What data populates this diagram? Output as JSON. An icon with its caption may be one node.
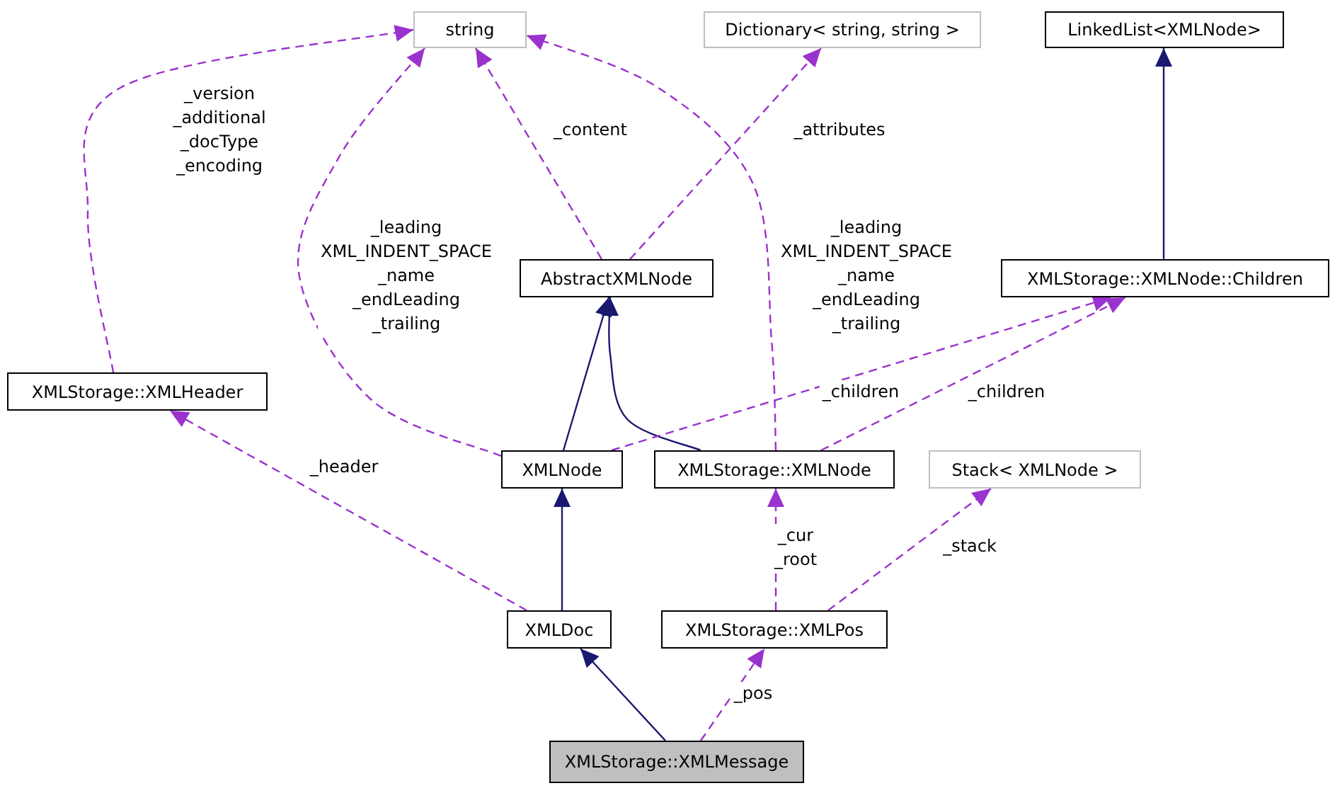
{
  "diagram": {
    "nodes": [
      {
        "text": [
          "string"
        ]
      },
      {
        "text": [
          "Dictionary< string, string >"
        ]
      },
      {
        "text": [
          "LinkedList<XMLNode>"
        ]
      },
      {
        "text": [
          "AbstractXMLNode"
        ]
      },
      {
        "text": [
          "XMLStorage::XMLNode::Children"
        ]
      },
      {
        "text": [
          "XMLStorage::XMLHeader"
        ]
      },
      {
        "text": [
          "XMLNode"
        ]
      },
      {
        "text": [
          "XMLStorage::XMLNode"
        ]
      },
      {
        "text": [
          "Stack< XMLNode >"
        ]
      },
      {
        "text": [
          "XMLDoc"
        ]
      },
      {
        "text": [
          "XMLStorage::XMLPos"
        ]
      },
      {
        "text": [
          "XMLStorage::XMLMessage"
        ]
      }
    ],
    "edges": [
      {
        "from": 5,
        "to": 0,
        "arrow": "to",
        "label": "_version _additional _docType _encoding",
        "style": "dashed"
      },
      {
        "from": 6,
        "to": 0,
        "arrow": "to",
        "label": "_leading XML_INDENT_SPACE _name _endLeading _trailing",
        "style": "dashed"
      },
      {
        "from": 3,
        "to": 0,
        "arrow": "to",
        "label": "_content",
        "style": "dashed"
      },
      {
        "from": 3,
        "to": 1,
        "arrow": "to",
        "label": "_attributes",
        "style": "dashed"
      },
      {
        "from": 7,
        "to": 0,
        "arrow": "to",
        "label": "_leading XML_INDENT_SPACE _name _endLeading _trailing",
        "style": "dashed"
      },
      {
        "from": 4,
        "to": 2,
        "arrow": "to",
        "color": "#191970"
      },
      {
        "from": 6,
        "to": 3,
        "arrow": "to",
        "color": "#191970"
      },
      {
        "from": 7,
        "to": 3,
        "arrow": "to",
        "color": "#191970"
      },
      {
        "from": 6,
        "to": 4,
        "arrow": "to",
        "label": "_children",
        "style": "dashed"
      },
      {
        "from": 7,
        "to": 4,
        "arrow": "to",
        "label": "_children",
        "style": "dashed"
      },
      {
        "from": 9,
        "to": 5,
        "arrow": "to",
        "label": "_header",
        "style": "dashed"
      },
      {
        "from": 9,
        "to": 6,
        "arrow": "to",
        "color": "#191970"
      },
      {
        "from": 10,
        "to": 7,
        "arrow": "to",
        "label": "_cur _root",
        "style": "dashed"
      },
      {
        "from": 10,
        "to": 8,
        "arrow": "to",
        "label": "_stack",
        "style": "dashed"
      },
      {
        "from": 11,
        "to": 9,
        "arrow": "to",
        "color": "#191970"
      },
      {
        "from": 11,
        "to": 10,
        "arrow": "to",
        "label": "_pos",
        "style": "dashed"
      }
    ]
  }
}
